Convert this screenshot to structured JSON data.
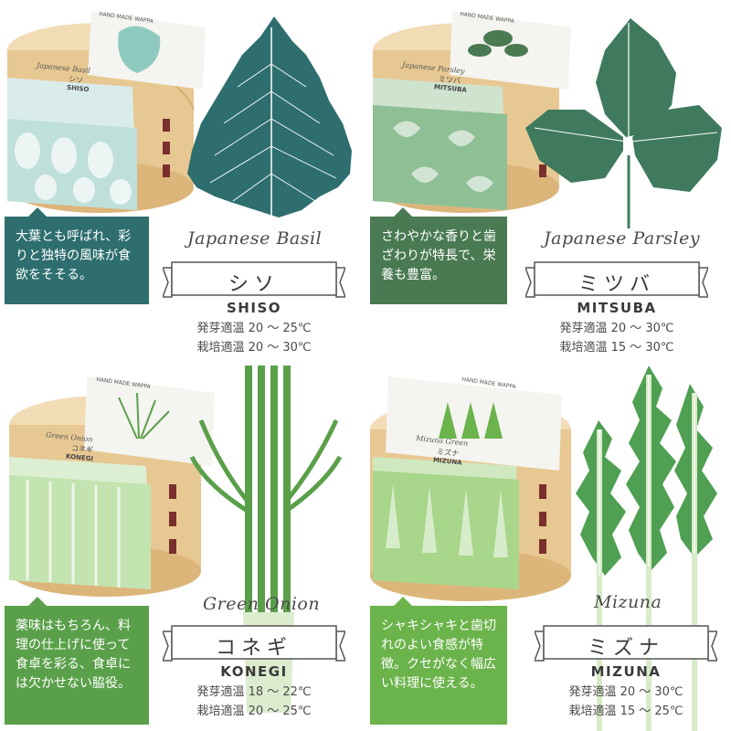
{
  "package_text": "HAND MADE WAPPA",
  "colors": {
    "shiso": "#2e6e6e",
    "mitsuba": "#4a7a52",
    "konegi": "#5aa04a",
    "mizuna": "#6bb34b"
  },
  "items": [
    {
      "script_name": "Japanese Basil",
      "name_jp": "シソ",
      "name_roman": "SHISO",
      "germination": "発芽適温 20 ～ 25℃",
      "cultivation": "栽培適温 20 ～ 30℃",
      "description": "大葉とも呼ばれ、彩りと独特の風味が食欲をそそる。",
      "package_label_script": "Japanese Basil",
      "package_label_jp": "シソ",
      "package_label_roman": "SHISO"
    },
    {
      "script_name": "Japanese Parsley",
      "name_jp": "ミツバ",
      "name_roman": "MITSUBA",
      "germination": "発芽適温 20 ～ 30℃",
      "cultivation": "栽培適温 15 ～ 30℃",
      "description": "さわやかな香りと歯ざわりが特長で、栄養も豊富。",
      "package_label_script": "Japanese Parsley",
      "package_label_jp": "ミツバ",
      "package_label_roman": "MITSUBA"
    },
    {
      "script_name": "Green Onion",
      "name_jp": "コネギ",
      "name_roman": "KONEGI",
      "germination": "発芽適温 18 ～ 22℃",
      "cultivation": "栽培適温 20 ～ 25℃",
      "description": "薬味はもちろん、料理の仕上げに使って食卓を彩る、食卓には欠かせない脇役。",
      "package_label_script": "Green Onion",
      "package_label_jp": "コネギ",
      "package_label_roman": "KONEGI"
    },
    {
      "script_name": "Mizuna",
      "name_jp": "ミズナ",
      "name_roman": "MIZUNA",
      "germination": "発芽適温 20 ～ 30℃",
      "cultivation": "栽培適温 15 ～ 25℃",
      "description": "シャキシャキと歯切れのよい食感が特徴。クセがなく幅広い料理に使える。",
      "package_label_script": "Mizuna Green",
      "package_label_jp": "ミズナ",
      "package_label_roman": "MIZUNA"
    }
  ]
}
